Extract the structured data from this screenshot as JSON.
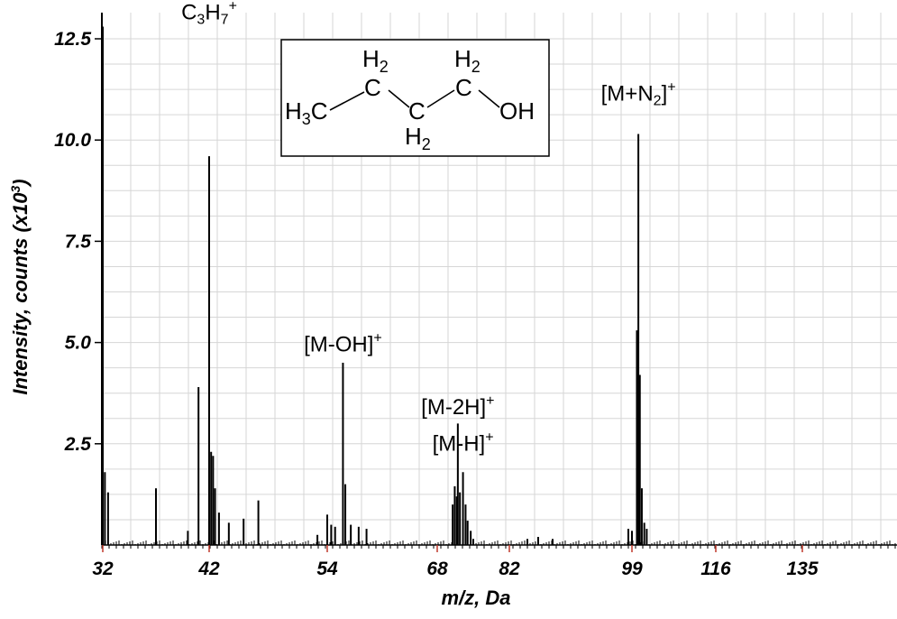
{
  "chart_data": {
    "type": "bar",
    "xlabel": "m/z, Da",
    "ylabel_text": "Intensity, counts (x10",
    "ylabel_exp": "3",
    "ylabel_close": ")",
    "y_unit_multiplier": 1000,
    "x_ticks": [
      "32",
      "42",
      "54",
      "68",
      "82",
      "99",
      "116",
      "135"
    ],
    "y_ticks": [
      "2.5",
      "5.0",
      "7.5",
      "10.0",
      "12.5"
    ],
    "ylim": [
      0,
      13.0
    ],
    "grid": true,
    "series": [
      {
        "x": [
          32.0,
          32.2,
          32.5,
          37.0,
          40.0,
          41.0,
          42.0,
          42.2,
          42.4,
          42.6,
          43.0,
          44.0,
          45.5,
          47.0,
          53.0,
          54.0,
          54.5,
          55.0,
          56.0,
          56.3,
          57.0,
          58.0,
          59.0,
          71.0,
          71.4,
          71.8,
          72.0,
          72.4,
          73.0,
          73.5,
          73.9,
          74.5,
          75.0,
          84.5,
          86.0,
          88.0,
          98.5,
          99.0,
          100.0,
          100.3,
          100.6,
          101.0,
          101.5,
          102.0
        ],
        "values": [
          12.8,
          1.8,
          1.3,
          1.4,
          0.35,
          3.9,
          9.6,
          2.3,
          2.2,
          1.4,
          0.8,
          0.55,
          0.65,
          1.1,
          0.25,
          0.75,
          0.5,
          0.45,
          4.5,
          1.5,
          0.5,
          0.45,
          0.4,
          1.0,
          1.45,
          1.2,
          3.0,
          1.3,
          1.8,
          1.0,
          0.6,
          0.35,
          0.15,
          0.15,
          0.2,
          0.15,
          0.4,
          0.35,
          5.3,
          10.15,
          4.2,
          1.4,
          0.55,
          0.4
        ]
      }
    ],
    "annotations": [
      {
        "x": 42.0,
        "y": 12.8,
        "base": "C",
        "sub1": "3",
        "mid": "H",
        "sub2": "7",
        "sup": "+"
      },
      {
        "x": 56.0,
        "y": 4.6,
        "text": "[M-OH]",
        "sup": "+"
      },
      {
        "x": 72.0,
        "y": 3.05,
        "text": "[M-2H]",
        "sup": "+"
      },
      {
        "x": 73.0,
        "y": 2.15,
        "text": "[M-H]",
        "sup": "+"
      },
      {
        "x": 100.3,
        "y": 10.8,
        "text": "[M+N",
        "sub": "2",
        "tail": "]",
        "sup": "+"
      }
    ],
    "structure": {
      "h2_top_left": "H",
      "h2_top_right": "H",
      "h2_bottom": "H",
      "sub2": "2",
      "h3c": "H",
      "h3c_sub": "3",
      "h3c_c": "C",
      "c_atom": "C",
      "oh": "OH"
    }
  }
}
